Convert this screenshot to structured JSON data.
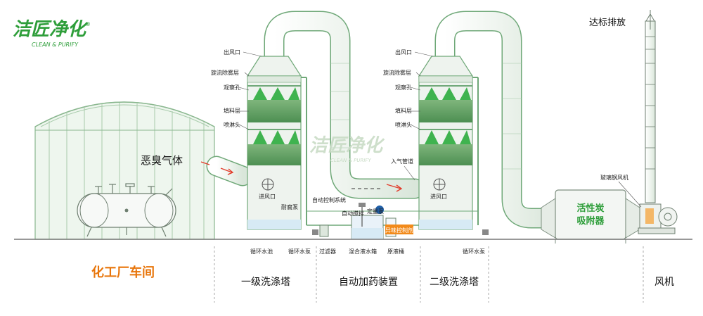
{
  "brand": {
    "logo_text": "洁匠净化",
    "tagline": "CLEAN & PURIFY",
    "reg_mark": "®",
    "brand_color": "#2e9e3a",
    "tagline_color": "#2e9e3a"
  },
  "watermark": {
    "logo_text": "洁匠净化",
    "tagline": "CLEAN & PURIFY",
    "color": "#c9dcc6"
  },
  "colors": {
    "pipe_fill": "#f4f7f3",
    "pipe_stroke": "#6fa878",
    "tower_body": "#eef3ee",
    "packing_fill": "#6fa76e",
    "spray_green": "#3fb34f",
    "water": "#d7eaf5",
    "base_line": "#888888",
    "label_orange": "#e8750a",
    "arrow_red": "#e23b2a",
    "pump_blue": "#1f5fa8",
    "control_box": "#f28a1a"
  },
  "top_right_label": "达标排放",
  "inlet_label": "恶臭气体",
  "tower1": {
    "outlet": "出风口",
    "mist": "旋流除雾层",
    "observation": "观察孔",
    "packing": "填料层",
    "nozzle": "喷淋头",
    "inlet": "进风口",
    "pump": "耐腐泵",
    "tank": "循环水池",
    "circ_pump": "循环水泵"
  },
  "tower2": {
    "outlet": "出风口",
    "mist": "旋流除雾层",
    "observation": "观察孔",
    "packing": "填料层",
    "nozzle": "喷淋头",
    "duct": "入气管道",
    "inlet": "进风口",
    "circ_pump": "循环水泵"
  },
  "dosing": {
    "control_system": "自动控制系统",
    "mixer": "自动搅拌",
    "metering_pump": "定量泵",
    "control_box": "异味控制剂",
    "filter": "过滤器",
    "mixing_tank": "混合液水箱",
    "raw_tank": "原液桶"
  },
  "carbon": {
    "label_line1": "活性炭",
    "label_line2": "吸附器"
  },
  "fan_label": "玻璃钢风机",
  "sections": [
    "化工厂车间",
    "一级洗涤塔",
    "自动加药装置",
    "二级洗涤塔",
    "风机"
  ]
}
